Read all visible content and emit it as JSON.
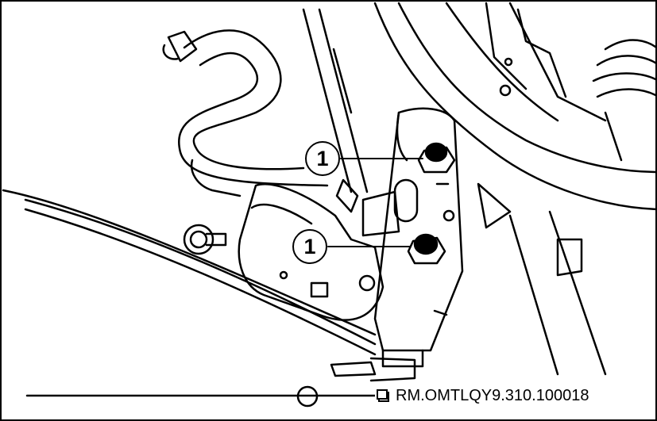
{
  "diagram": {
    "callouts": [
      {
        "id": "callout-1a",
        "label": "1"
      },
      {
        "id": "callout-1b",
        "label": "1"
      }
    ],
    "reference_code": "RM.OMTLQY9.310.100018",
    "icons": {
      "reference": "image-reference-icon"
    },
    "colors": {
      "line": "#000000",
      "background": "#ffffff"
    }
  }
}
